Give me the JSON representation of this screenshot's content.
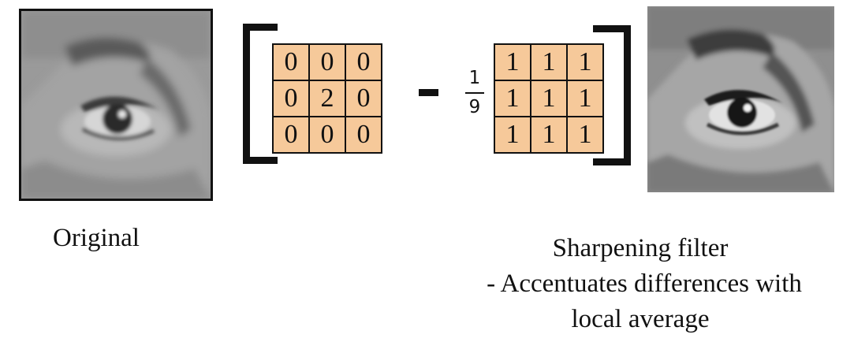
{
  "images": {
    "original": {
      "alt": "original-eye-image"
    },
    "sharpened": {
      "alt": "sharpened-eye-image"
    }
  },
  "matrix_identity": {
    "rows": [
      [
        "0",
        "0",
        "0"
      ],
      [
        "0",
        "2",
        "0"
      ],
      [
        "0",
        "0",
        "0"
      ]
    ]
  },
  "operator": "-",
  "fraction": {
    "numerator": "1",
    "denominator": "9"
  },
  "matrix_box": {
    "rows": [
      [
        "1",
        "1",
        "1"
      ],
      [
        "1",
        "1",
        "1"
      ],
      [
        "1",
        "1",
        "1"
      ]
    ]
  },
  "labels": {
    "original": "Original",
    "filter_title": "Sharpening filter",
    "filter_desc_line1": "- Accentuates differences with",
    "filter_desc_line2": "local average"
  },
  "colors": {
    "kernel_fill": "#f6c99a",
    "border": "#111111"
  }
}
